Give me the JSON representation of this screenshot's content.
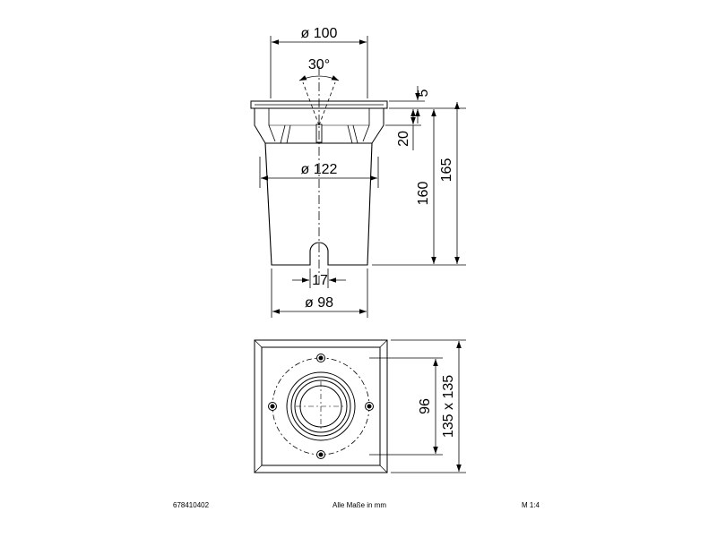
{
  "dimensions": {
    "top_diameter": "ø 100",
    "beam_angle": "30°",
    "flange_thickness": "5",
    "collar_height": "20",
    "body_height": "160",
    "total_height": "165",
    "outer_diameter": "ø 122",
    "slot_width": "17",
    "bottom_diameter": "ø 98",
    "lens_square": "96",
    "plate_size": "135 x 135"
  },
  "footer": {
    "article_number": "678410402",
    "units_note": "Alle Maße in mm",
    "scale": "M 1:4"
  }
}
